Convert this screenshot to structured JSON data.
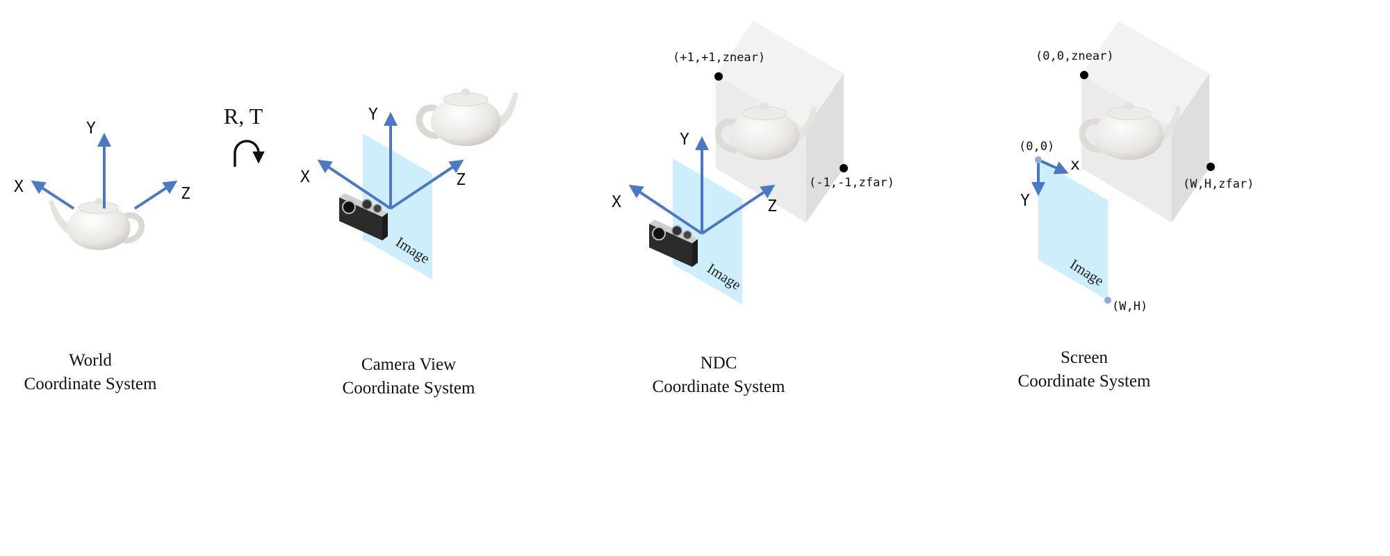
{
  "transform": {
    "label": "R, T"
  },
  "panels": {
    "world": {
      "caption_line1": "World",
      "caption_line2": "Coordinate System",
      "axes": {
        "x": "X",
        "y": "Y",
        "z": "Z"
      }
    },
    "camera": {
      "caption_line1": "Camera View",
      "caption_line2": "Coordinate System",
      "axes": {
        "x": "X",
        "y": "Y",
        "z": "Z"
      },
      "image_label": "Image"
    },
    "ndc": {
      "caption_line1": "NDC",
      "caption_line2": "Coordinate System",
      "axes": {
        "x": "X",
        "y": "Y",
        "z": "Z"
      },
      "image_label": "Image",
      "corner_near": "(+1,+1,znear)",
      "corner_far": "(-1,-1,zfar)"
    },
    "screen": {
      "caption_line1": "Screen",
      "caption_line2": "Coordinate System",
      "axes": {
        "x": "x",
        "y": "Y"
      },
      "image_label": "Image",
      "origin": "(0,0)",
      "image_corner": "(W,H)",
      "corner_near": "(0,0,znear)",
      "corner_far": "(W,H,zfar)"
    }
  },
  "colors": {
    "axis": "#4a78c4",
    "image_plane": "#cdeefa",
    "box_front": "#ececec",
    "box_side": "#e0e0e0",
    "box_top": "#f4f4f4",
    "teapot": "#f2f1ef",
    "camera_body": "#2b2b2b",
    "camera_top": "#d9d9d9"
  }
}
